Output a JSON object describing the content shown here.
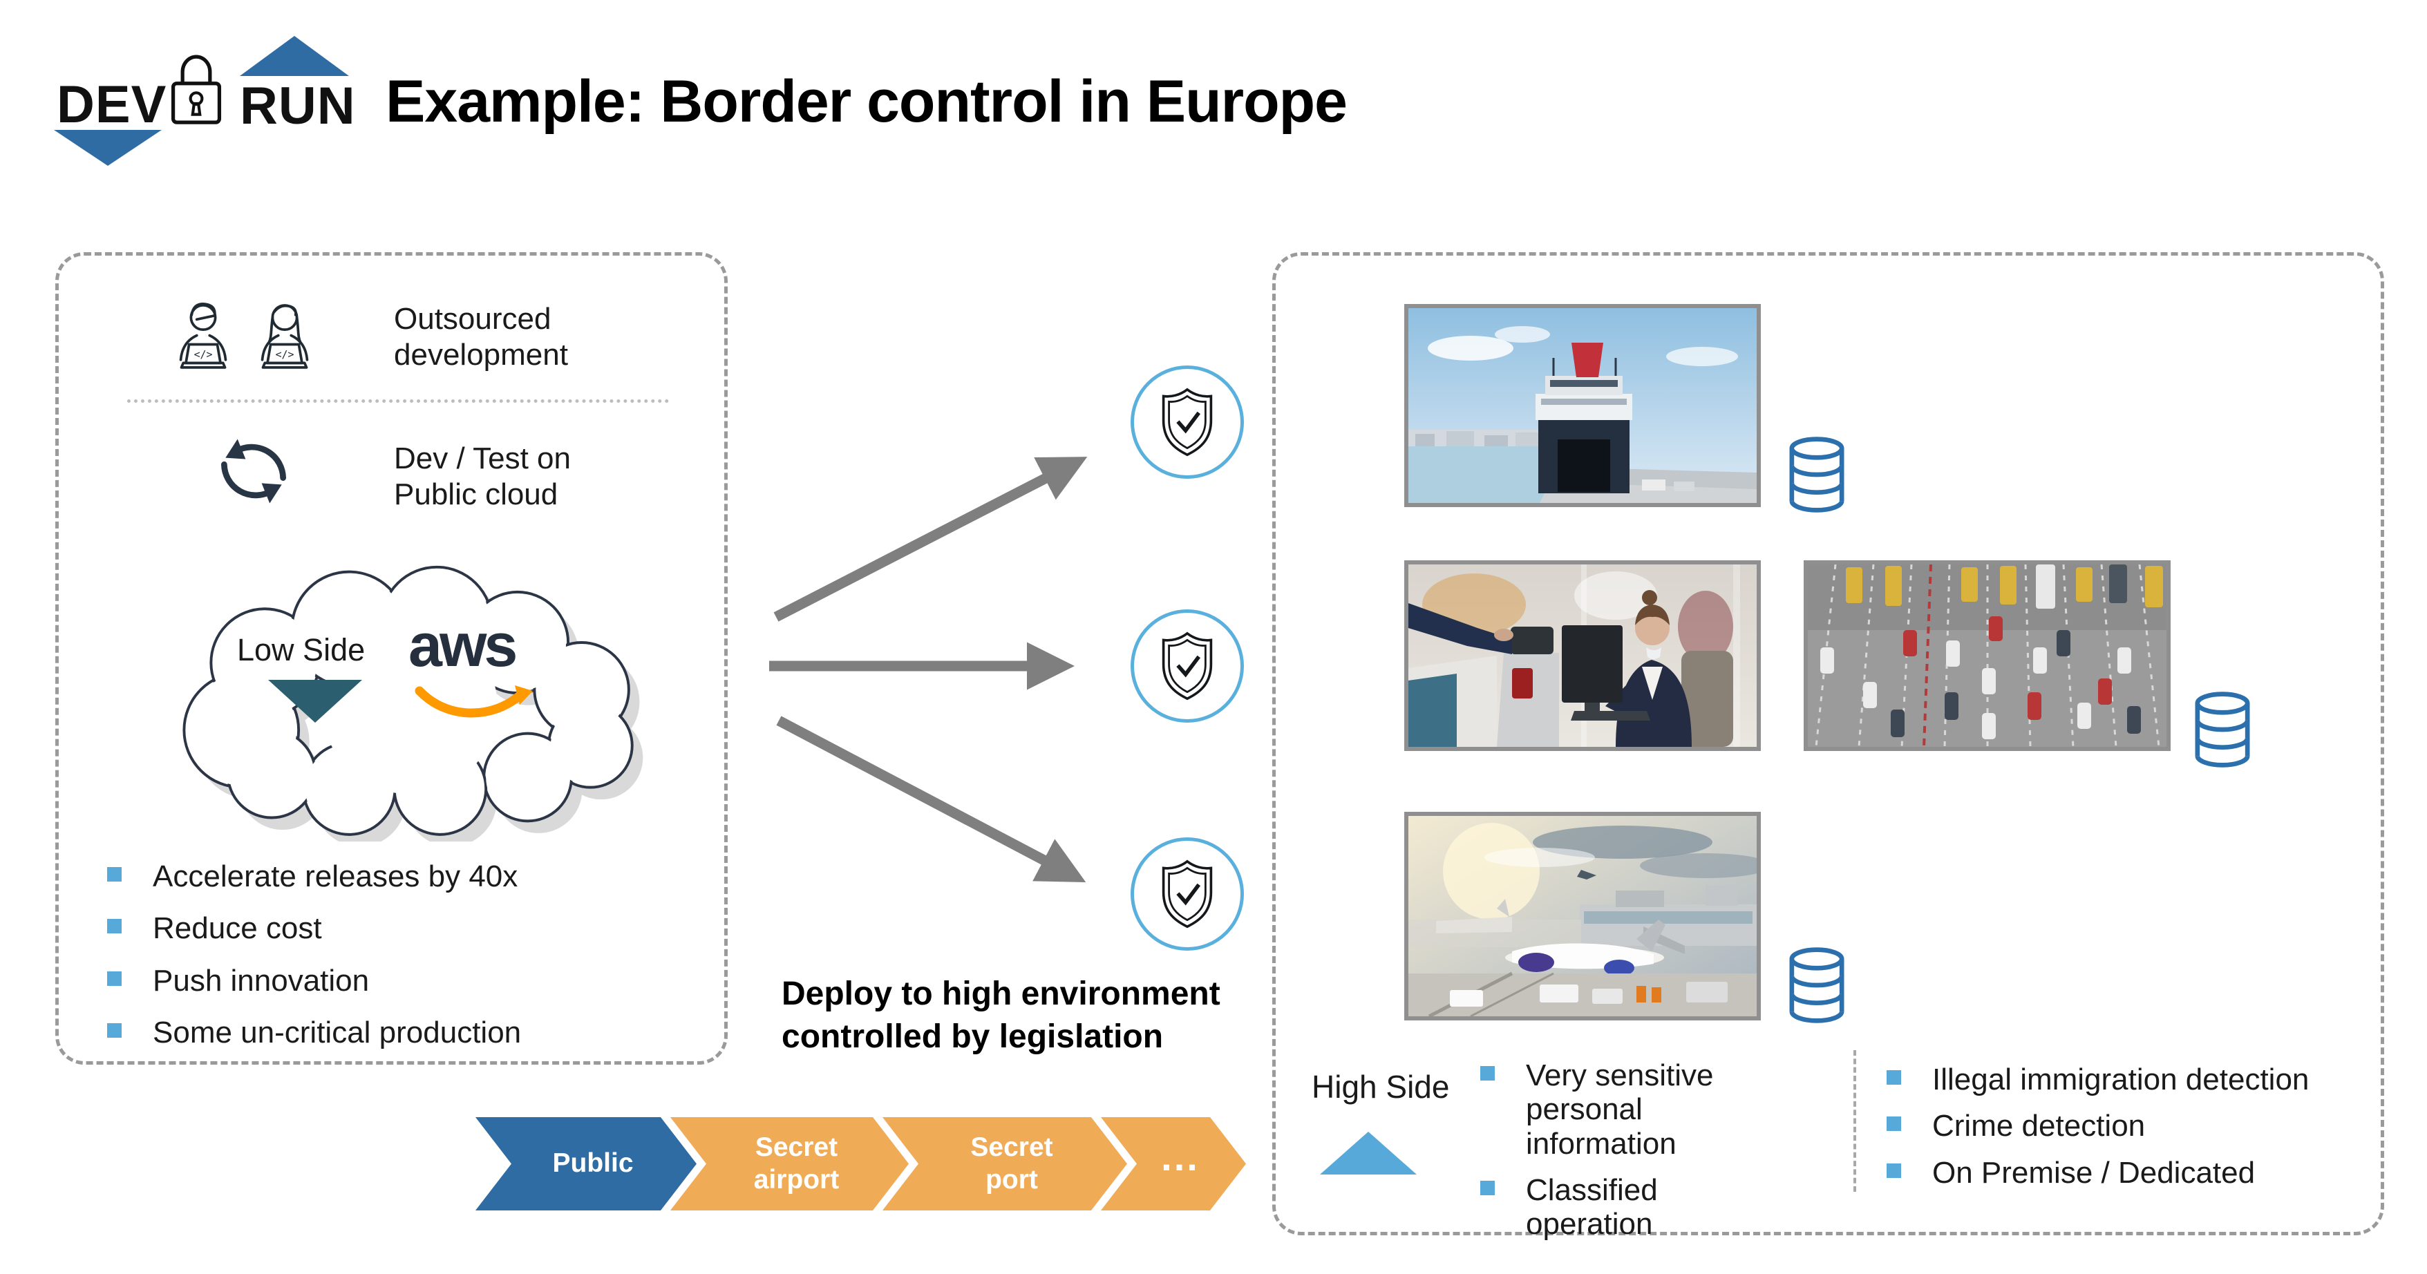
{
  "colors": {
    "background": "#ffffff",
    "accent_blue": "#2e6ca3",
    "banner_orange": "#f0ab57",
    "bullet_blue": "#57a9d9",
    "lowside_teal": "#2b5f70",
    "arrow_gray": "#7f7f7f",
    "dash_gray": "#9a9a9a",
    "db_blue": "#2c6fad",
    "shield_ring_blue": "#5ab0dd",
    "aws_navy": "#252f3e",
    "aws_orange": "#ff9900",
    "text_dark": "#1a1a1a",
    "photo_frame_gray": "#8f8f8f"
  },
  "header": {
    "logo": {
      "dev": "DEV",
      "run": "RUN"
    },
    "title": "Example: Border control in Europe"
  },
  "left_panel": {
    "outsourced_label": "Outsourced\ndevelopment",
    "devtest_label": "Dev / Test on\nPublic cloud",
    "cloud": {
      "label": "Low Side",
      "provider": "aws"
    },
    "bullets": [
      "Accelerate releases by 40x",
      "Reduce cost",
      "Push innovation",
      "Some un-critical production"
    ]
  },
  "middle": {
    "deploy_caption": "Deploy to high environment controlled by legislation"
  },
  "banner": {
    "segments": [
      "Public",
      "Secret\nairport",
      "Secret\nport",
      "..."
    ]
  },
  "right_panel": {
    "high_side_label": "High Side",
    "bullets_left": [
      "Very sensitive personal information",
      "Classified operation"
    ],
    "bullets_right": [
      "Illegal immigration detection",
      "Crime detection",
      "On Premise / Dedicated"
    ]
  },
  "icons": {
    "code_glyph": "</>"
  }
}
